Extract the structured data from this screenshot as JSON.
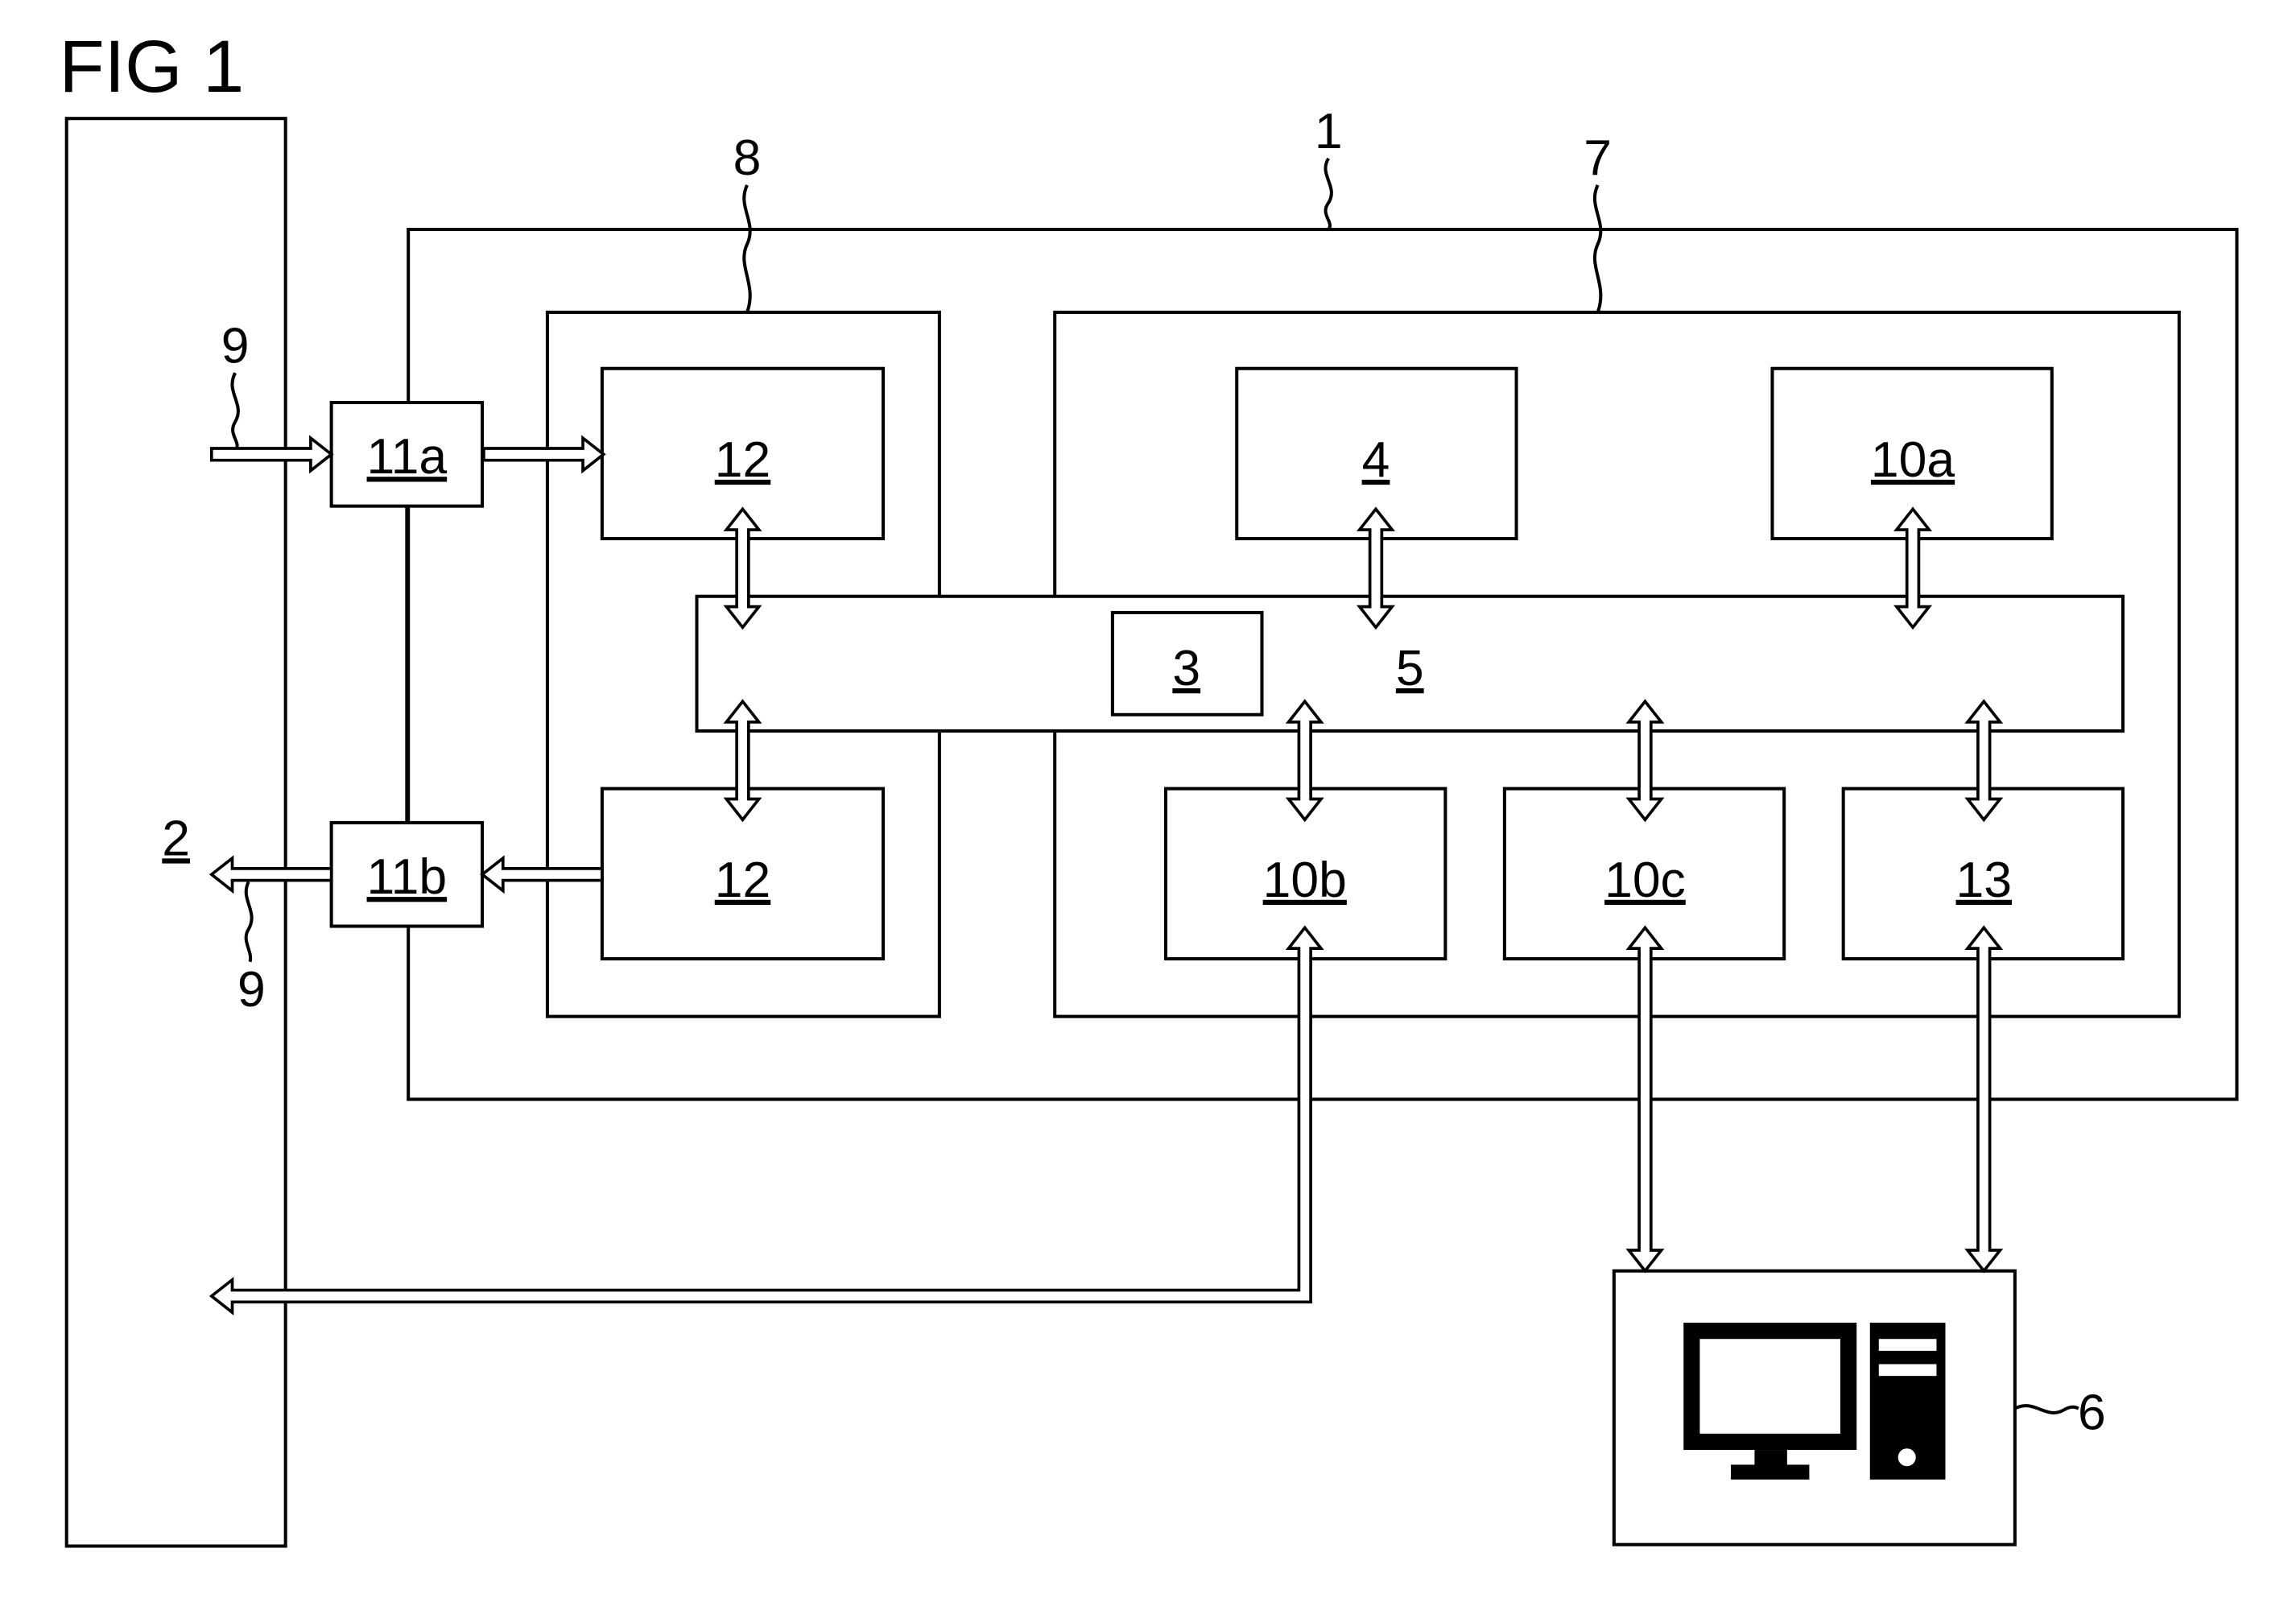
{
  "figure": {
    "title": "FIG 1",
    "ref_labels": {
      "device": "1",
      "plant": "2",
      "plant_lower": "2",
      "unit_8": "8",
      "unit_7": "7",
      "signal_in": "9",
      "signal_out": "9",
      "computer": "6"
    },
    "blocks": {
      "io_in": "11a",
      "io_out": "11b",
      "module_in": "12",
      "module_out": "12",
      "block_4": "4",
      "block_10a": "10a",
      "block_3": "3",
      "bus_5": "5",
      "block_10b": "10b",
      "block_10c": "10c",
      "block_13": "13"
    }
  },
  "computer_icon": "desktop-computer-icon"
}
